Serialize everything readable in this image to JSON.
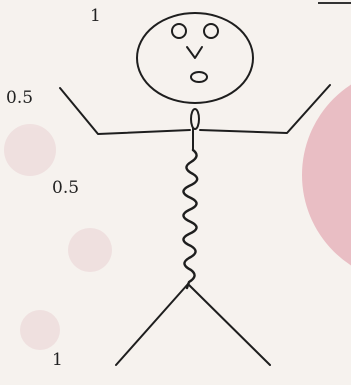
{
  "labels": {
    "top": "1",
    "arms": "0.5",
    "body": "0.5",
    "legs": "1"
  },
  "colors": {
    "paper": "#f6f2ee",
    "ink": "#1e1e1e",
    "circle_overlay": "#e8b8bf",
    "watermark": "#e9cfd1"
  }
}
